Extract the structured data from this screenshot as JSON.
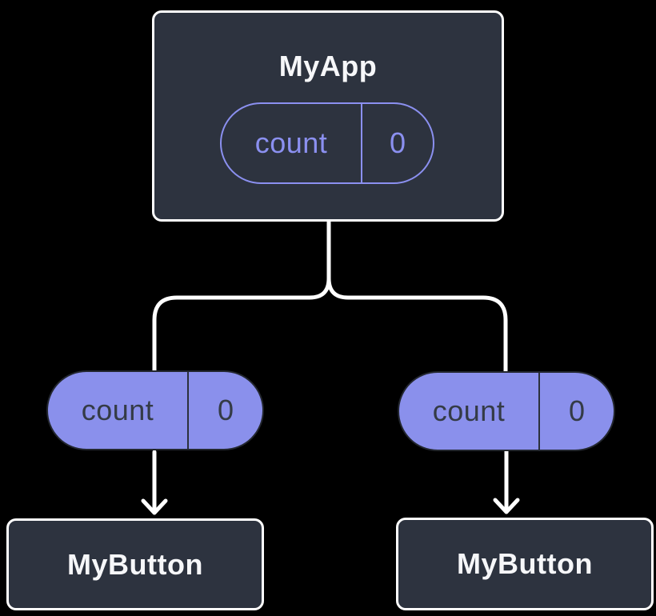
{
  "diagram": {
    "type": "component-tree-state-diagram",
    "colors": {
      "background": "#000000",
      "node_fill": "#2D333F",
      "node_border": "#FFFFFF",
      "node_text": "#F6F7F9",
      "pill_fill": "#8A90EC",
      "pill_outline": "#8B90F0",
      "pill_dark_border": "#23272F",
      "pill_dark_text": "#343B46",
      "connector": "#FFFFFF"
    },
    "nodes": {
      "root": {
        "title": "MyApp",
        "state": {
          "name": "count",
          "value": "0"
        }
      },
      "child_left": {
        "title": "MyButton",
        "state": {
          "name": "count",
          "value": "0"
        }
      },
      "child_right": {
        "title": "MyButton",
        "state": {
          "name": "count",
          "value": "0"
        }
      }
    }
  }
}
